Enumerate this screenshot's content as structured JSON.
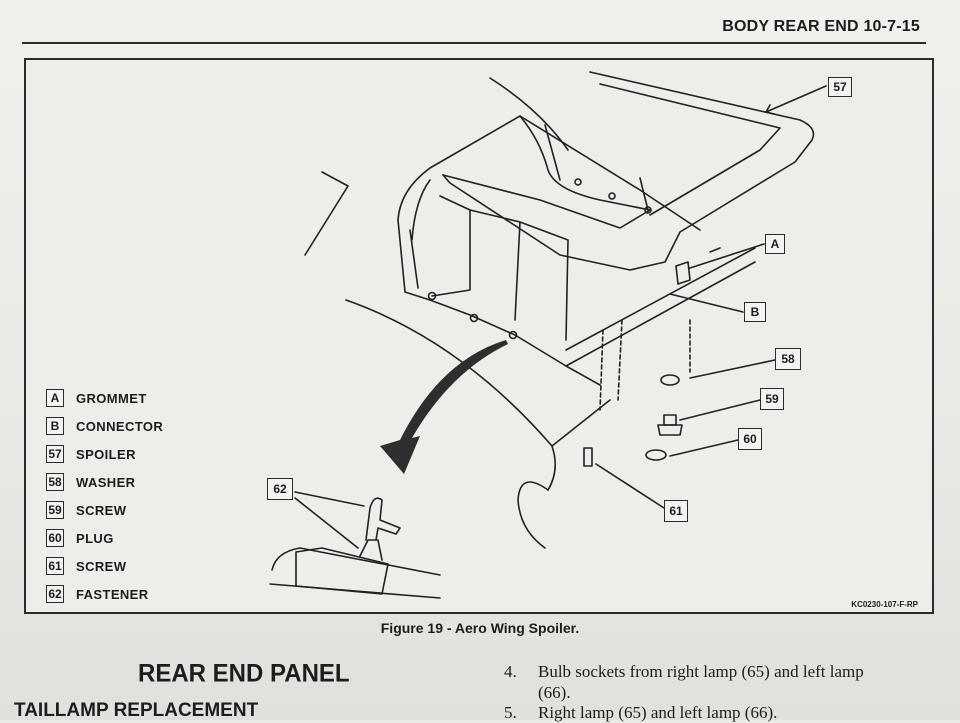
{
  "header": {
    "text": "BODY REAR END  10-7-15"
  },
  "figure": {
    "caption": "Figure 19 - Aero Wing Spoiler.",
    "code": "KC0230-107-F-RP",
    "legend": [
      {
        "key": "A",
        "label": "GROMMET"
      },
      {
        "key": "B",
        "label": "CONNECTOR"
      },
      {
        "key": "57",
        "label": "SPOILER"
      },
      {
        "key": "58",
        "label": "WASHER"
      },
      {
        "key": "59",
        "label": "SCREW"
      },
      {
        "key": "60",
        "label": "PLUG"
      },
      {
        "key": "61",
        "label": "SCREW"
      },
      {
        "key": "62",
        "label": "FASTENER"
      }
    ],
    "callouts": {
      "c57": "57",
      "cA": "A",
      "cB": "B",
      "c58": "58",
      "c59": "59",
      "c60": "60",
      "c61": "61",
      "c62": "62"
    }
  },
  "section": {
    "title": "REAR END PANEL",
    "subtitle": "TAILLAMP REPLACEMENT"
  },
  "steps": [
    {
      "num": "4.",
      "text": "Bulb sockets from right lamp (65) and left lamp",
      "cont": "(66)."
    },
    {
      "num": "5.",
      "text": "Right lamp (65) and left lamp (66)."
    }
  ]
}
